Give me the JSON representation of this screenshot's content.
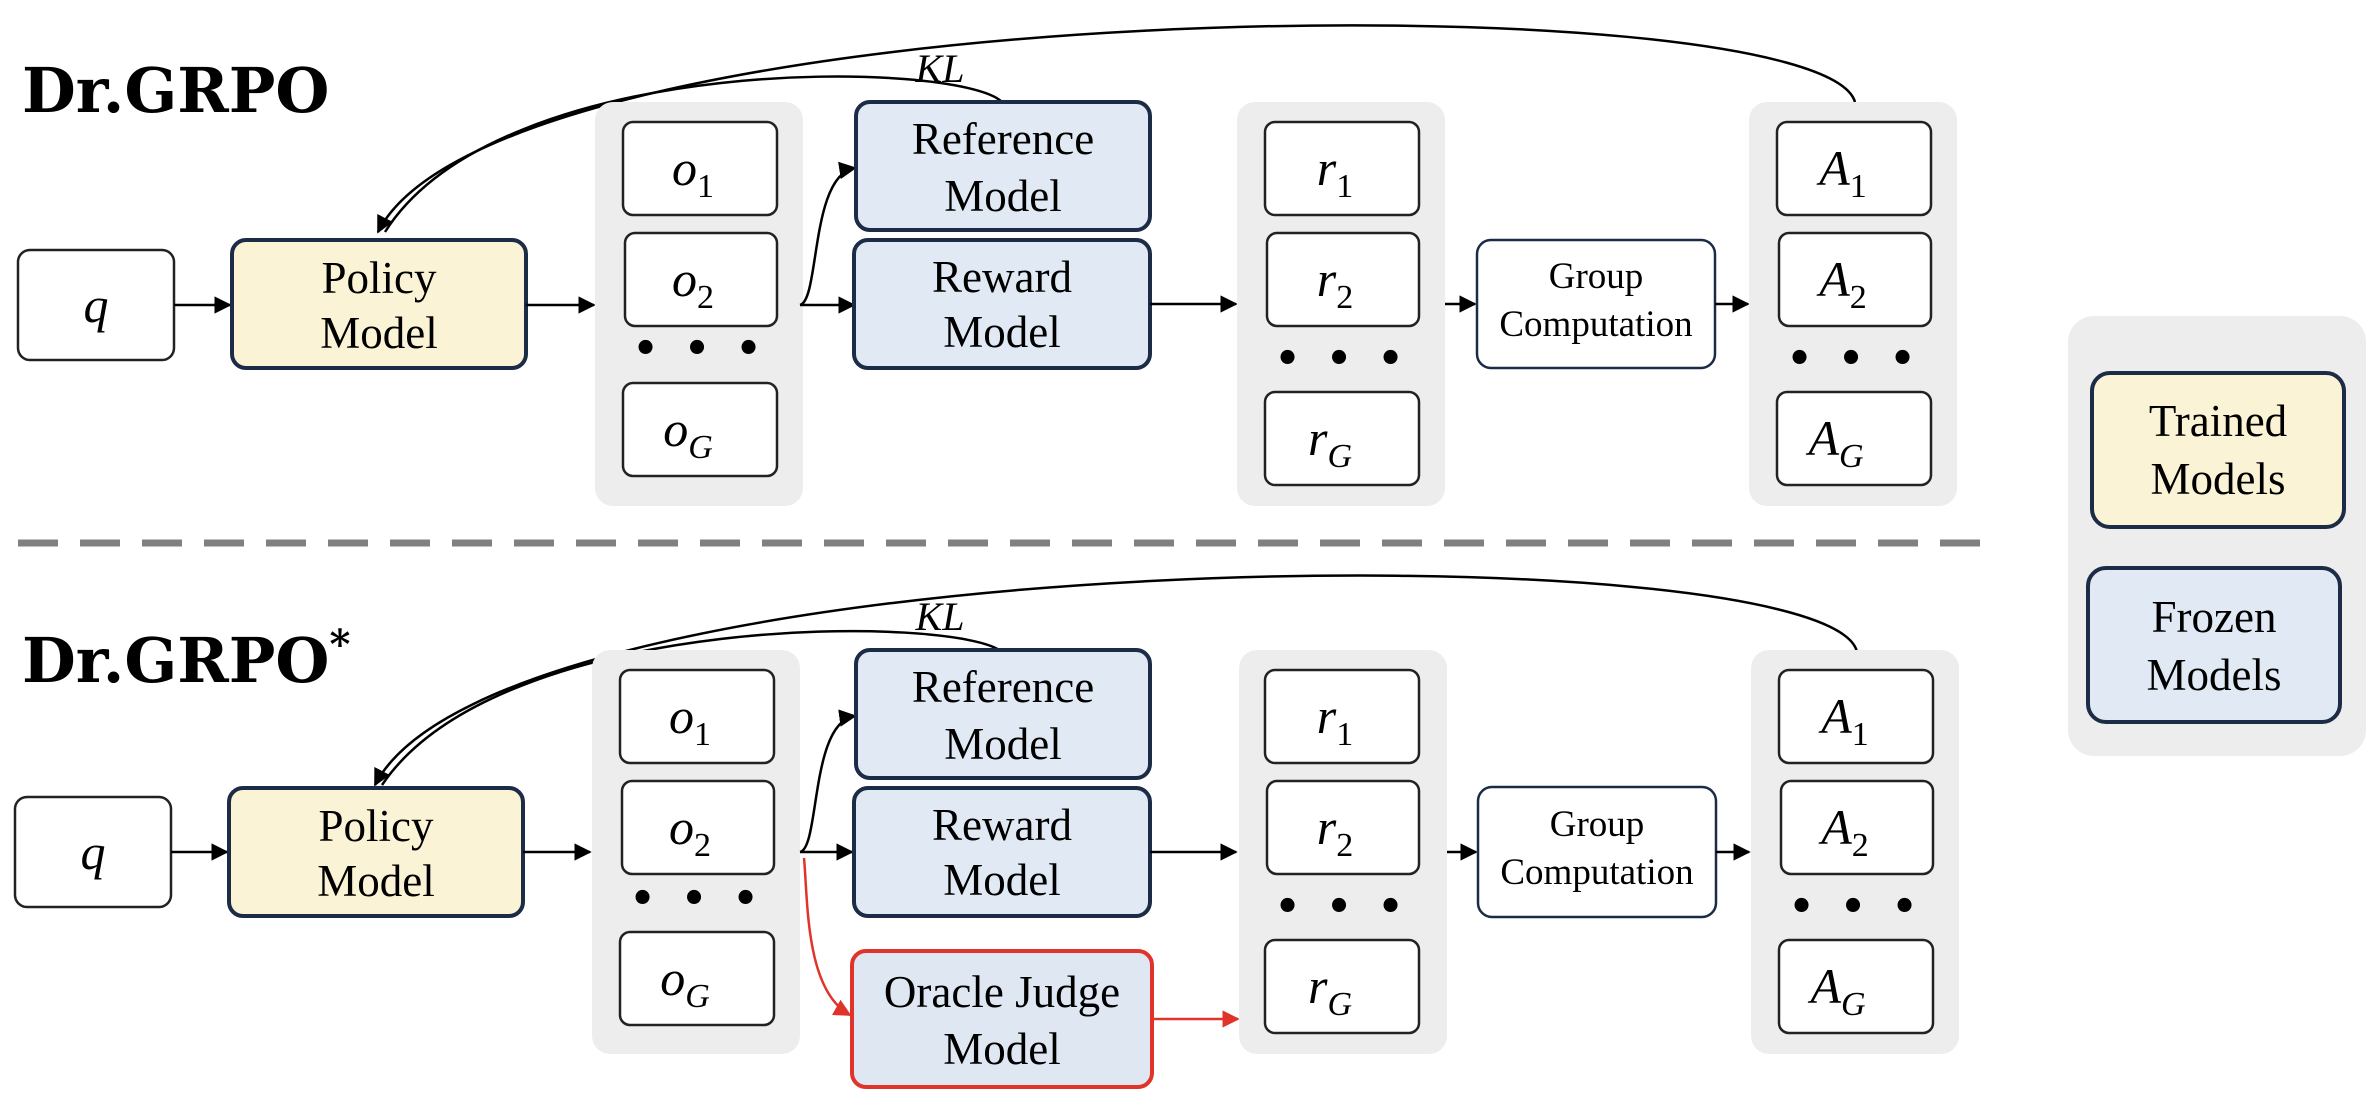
{
  "colors": {
    "trained_fill": "#fbf3d5",
    "frozen_fill": "#e1eaf4",
    "box_border": "#1c2b46",
    "group_panel": "#ededed",
    "oracle_border": "#e0342a",
    "divider": "#808080"
  },
  "top": {
    "title": "Dr.GRPO",
    "query": "q",
    "policy_label": [
      "Policy",
      "Model"
    ],
    "outputs": {
      "base": "o",
      "subs": [
        "1",
        "2",
        "G"
      ]
    },
    "reference_label": [
      "Reference",
      "Model"
    ],
    "reward_label": [
      "Reward",
      "Model"
    ],
    "kl_label": "KL",
    "rewards": {
      "base": "r",
      "subs": [
        "1",
        "2",
        "G"
      ]
    },
    "group_label": [
      "Group",
      "Computation"
    ],
    "advantages": {
      "base": "A",
      "subs": [
        "1",
        "2",
        "G"
      ]
    },
    "ellipsis": "• • •"
  },
  "bottom": {
    "title": "Dr.GRPO",
    "title_star": "*",
    "query": "q",
    "policy_label": [
      "Policy",
      "Model"
    ],
    "outputs": {
      "base": "o",
      "subs": [
        "1",
        "2",
        "G"
      ]
    },
    "reference_label": [
      "Reference",
      "Model"
    ],
    "reward_label": [
      "Reward",
      "Model"
    ],
    "oracle_label": [
      "Oracle Judge",
      "Model"
    ],
    "kl_label": "KL",
    "rewards": {
      "base": "r",
      "subs": [
        "1",
        "2",
        "G"
      ]
    },
    "group_label": [
      "Group",
      "Computation"
    ],
    "advantages": {
      "base": "A",
      "subs": [
        "1",
        "2",
        "G"
      ]
    },
    "ellipsis": "• • •"
  },
  "legend": {
    "trained_label": [
      "Trained",
      "Models"
    ],
    "frozen_label": [
      "Frozen",
      "Models"
    ]
  }
}
